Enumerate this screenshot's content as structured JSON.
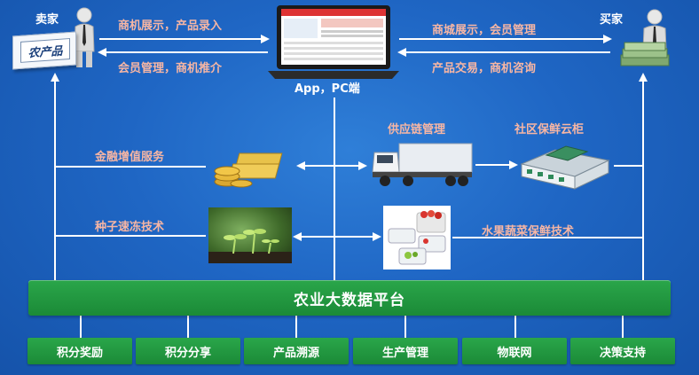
{
  "seller": {
    "title": "卖家",
    "sign_text": "农产品"
  },
  "buyer": {
    "title": "买家"
  },
  "top_links": {
    "seller_to_app": "商机展示，产品录入",
    "app_to_seller": "会员管理，商机推介",
    "buyer_to_app": "商城展示，会员管理",
    "app_to_buyer": "产品交易，商机咨询"
  },
  "app_label": "App，PC端",
  "services": {
    "finance": "金融增值服务",
    "seed": "种子速冻技术",
    "supply_chain": "供应链管理",
    "cabinet": "社区保鲜云柜",
    "fresh": "水果蔬菜保鲜技术"
  },
  "platform_title": "农业大数据平台",
  "modules": [
    "积分奖励",
    "积分分享",
    "产品溯源",
    "生产管理",
    "物联网",
    "决策支持"
  ]
}
